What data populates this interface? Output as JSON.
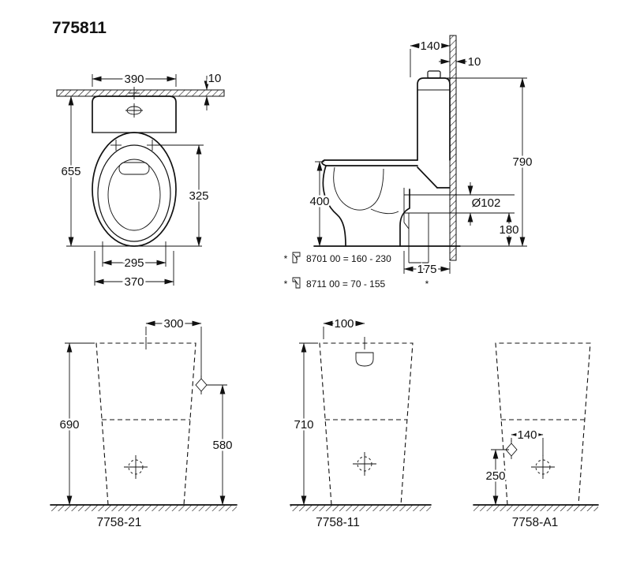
{
  "title": "775811",
  "front_view": {
    "dims": {
      "tank_width": "390",
      "wall_gap": "10",
      "total_height": "655",
      "seat_height": "325",
      "bowl_width": "295",
      "base_width": "370"
    }
  },
  "side_view": {
    "dims": {
      "tank_depth": "140",
      "wall_gap": "10",
      "total_height": "790",
      "rim_height": "400",
      "outlet_diameter": "Ø102",
      "outlet_height": "180",
      "outlet_distance": "175"
    },
    "footnote_marker": "*",
    "notes": [
      {
        "marker": "*",
        "text": "8701 00 = 160 - 230"
      },
      {
        "marker": "*",
        "text": "8711 00 = 70 - 155"
      }
    ]
  },
  "bottom_views": [
    {
      "label": "7758-21",
      "dims": {
        "supply_offset": "300",
        "height": "690",
        "supply_height": "580"
      }
    },
    {
      "label": "7758-11",
      "dims": {
        "inlet_offset": "100",
        "height": "710"
      }
    },
    {
      "label": "7758-A1",
      "dims": {
        "supply_offset": "140",
        "supply_height": "250"
      }
    }
  ]
}
